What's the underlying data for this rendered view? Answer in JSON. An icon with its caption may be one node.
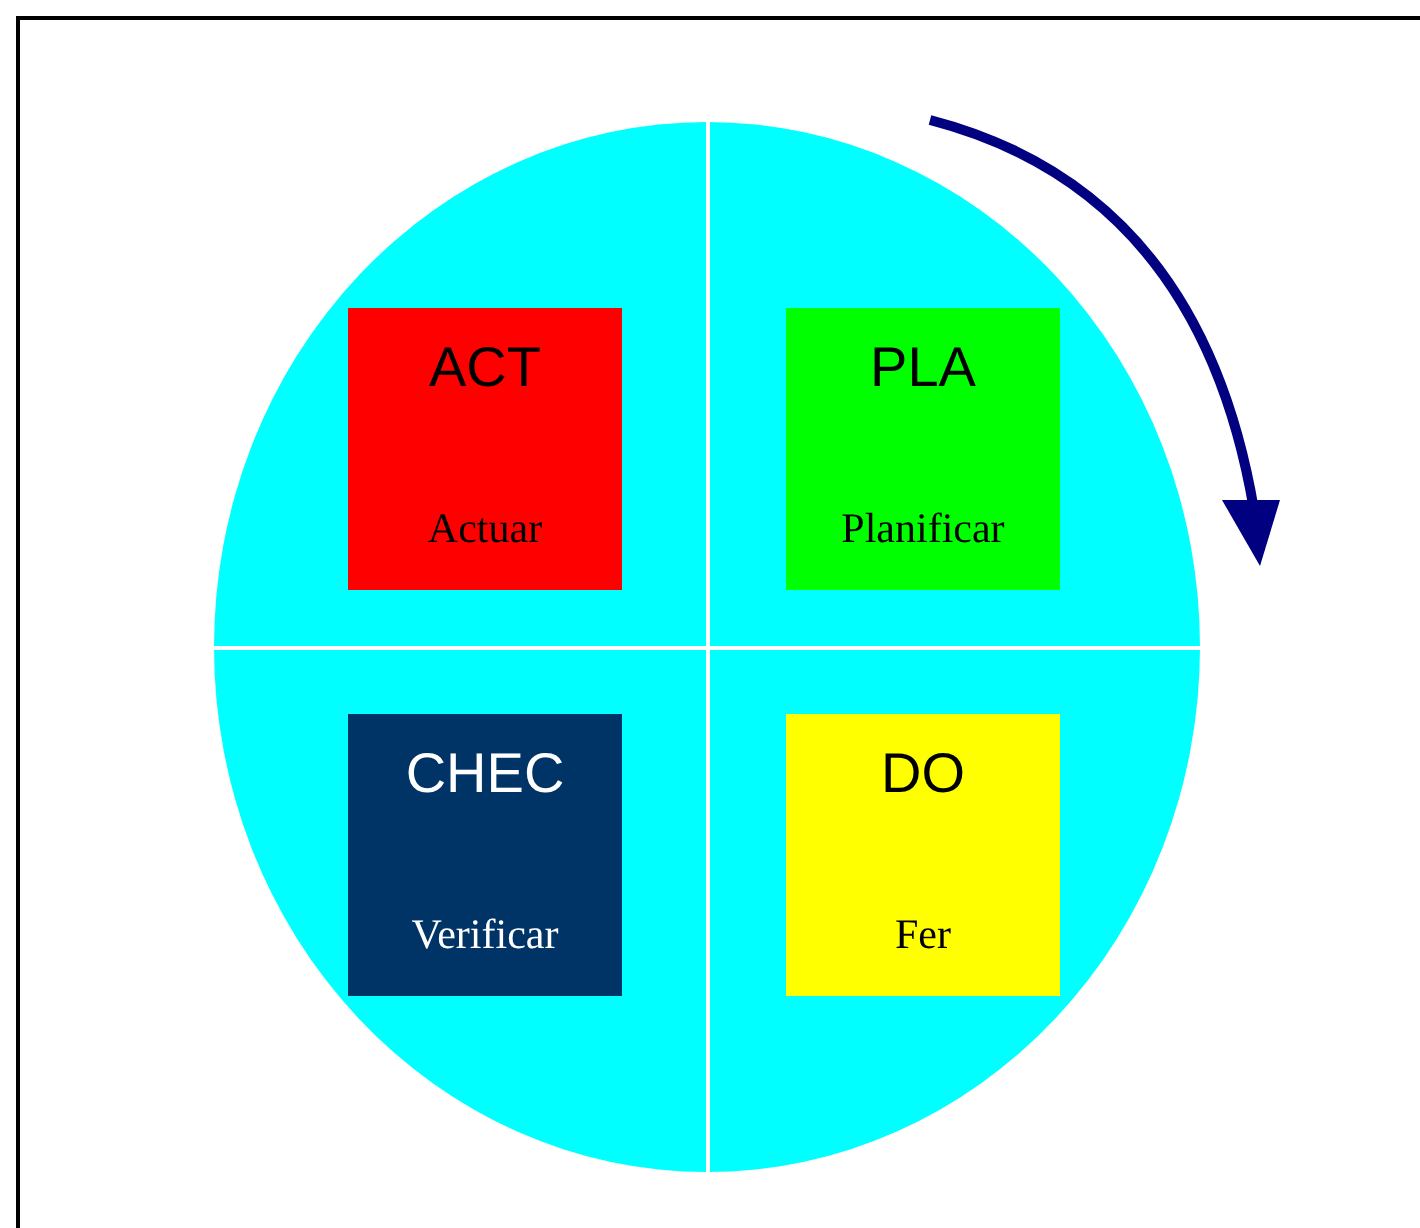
{
  "diagram": {
    "nodes": [
      {
        "text": [],
        "shape": "circle"
      },
      {
        "text": [
          "ACT",
          "Actuar"
        ],
        "in": 0
      },
      {
        "text": [
          "PLA",
          "Planificar"
        ],
        "in": 0
      },
      {
        "text": [
          "CHEC",
          "Verificar"
        ],
        "in": 0
      },
      {
        "text": [
          "DO",
          "Fer"
        ],
        "in": 0
      }
    ]
  }
}
